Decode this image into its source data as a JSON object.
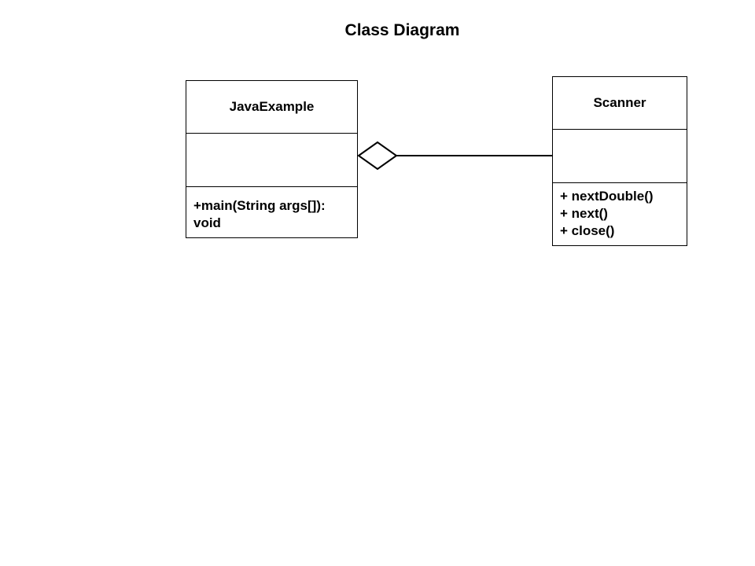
{
  "diagram": {
    "title": "Class Diagram",
    "classes": [
      {
        "name": "JavaExample",
        "attributes": [],
        "operations": [
          "+main(String args[]): void"
        ]
      },
      {
        "name": "Scanner",
        "attributes": [],
        "operations": [
          "+ nextDouble()",
          "+ next()",
          "+ close()"
        ]
      }
    ],
    "relationships": [
      {
        "type": "aggregation",
        "whole": "JavaExample",
        "part": "Scanner",
        "icon": "hollow-diamond-icon"
      }
    ]
  }
}
